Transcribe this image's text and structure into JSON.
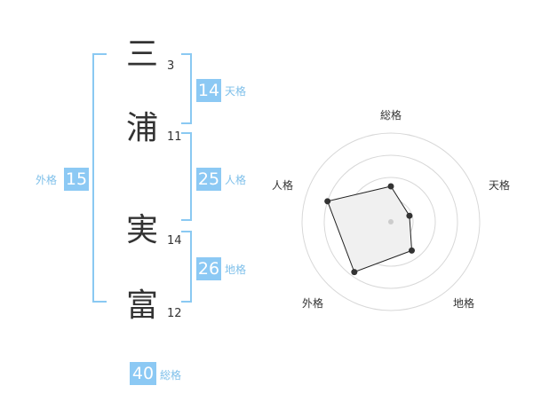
{
  "name": {
    "characters": [
      {
        "char": "三",
        "strokes": "3"
      },
      {
        "char": "浦",
        "strokes": "11"
      },
      {
        "char": "実",
        "strokes": "14"
      },
      {
        "char": "富",
        "strokes": "12"
      }
    ]
  },
  "fortunes": {
    "tenkaku": {
      "value": "14",
      "label": "天格"
    },
    "jinkaku": {
      "value": "25",
      "label": "人格"
    },
    "chikaku": {
      "value": "26",
      "label": "地格"
    },
    "gaikaku": {
      "value": "15",
      "label": "外格"
    },
    "soukaku": {
      "value": "40",
      "label": "総格"
    }
  },
  "radar": {
    "axes": [
      "総格",
      "天格",
      "地格",
      "外格",
      "人格"
    ],
    "levels": 4,
    "values": [
      0.4,
      0.22,
      0.4,
      0.7,
      0.75
    ],
    "fill_color": "#f0f0f0",
    "line_color": "#222222",
    "ring_color": "#d8d8d8"
  }
}
